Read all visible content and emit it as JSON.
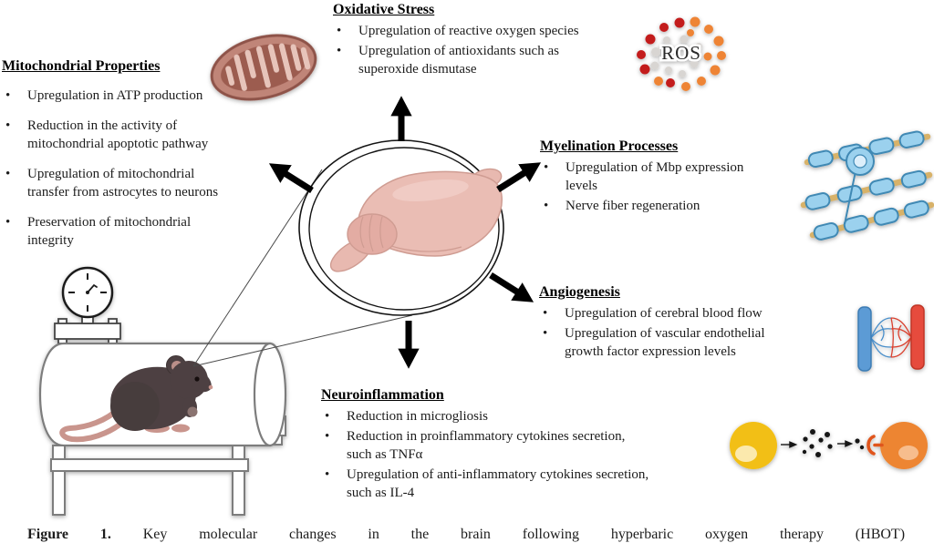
{
  "figure": {
    "caption": {
      "label": "Figure 1.",
      "text": "Key molecular changes in the brain following hyperbaric oxygen therapy (HBOT)"
    }
  },
  "center": {
    "ros_label": "ROS"
  },
  "sections": {
    "mitochondrial": {
      "title": "Mitochondrial Properties",
      "bullets": [
        "Upregulation in ATP production",
        "Reduction in the activity of\nmitochondrial apoptotic pathway",
        "Upregulation of mitochondrial\ntransfer from astrocytes to neurons",
        "Preservation of mitochondrial\nintegrity"
      ]
    },
    "oxidative": {
      "title": "Oxidative Stress",
      "bullets": [
        "Upregulation of reactive oxygen species",
        "Upregulation of antioxidants such as\nsuperoxide dismutase"
      ]
    },
    "myelination": {
      "title": "Myelination Processes",
      "bullets": [
        "Upregulation of Mbp expression\nlevels",
        "Nerve fiber regeneration"
      ]
    },
    "angiogenesis": {
      "title": "Angiogenesis",
      "bullets": [
        "Upregulation of cerebral blood flow",
        "Upregulation of vascular endothelial\ngrowth factor expression levels"
      ]
    },
    "neuroinflammation": {
      "title": "Neuroinflammation",
      "bullets": [
        "Reduction in microgliosis",
        "Reduction in proinflammatory cytokines secretion,\nsuch as TNFα",
        "Upregulation of anti-inflammatory cytokines secretion,\nsuch as IL-4"
      ]
    }
  },
  "icons": [
    "mitochondrion-icon",
    "ros-cluster-icon",
    "myelinated-neuron-icon",
    "blood-vessels-icon",
    "cytokine-signaling-icon",
    "hyperbaric-chamber-icon",
    "mouse-icon",
    "brain-icon",
    "pressure-gauge-icon"
  ],
  "colors": {
    "brain_pink": "#eabdb4",
    "mitochondrion_outer": "#c08578",
    "ros_red": "#c31f1d",
    "ros_orange": "#ee8435",
    "ros_gray": "#d8d5d2",
    "myelin_blue": "#9bd1ee",
    "axon_tan": "#d8b269",
    "vessel_blue": "#5b9bd5",
    "vessel_red": "#e64c3c",
    "cell_yellow": "#f2bf17",
    "cell_orange": "#ed8532",
    "receptor_red": "#e0551f",
    "mouse_brown": "#4d4142",
    "arrow_black": "#000000"
  }
}
